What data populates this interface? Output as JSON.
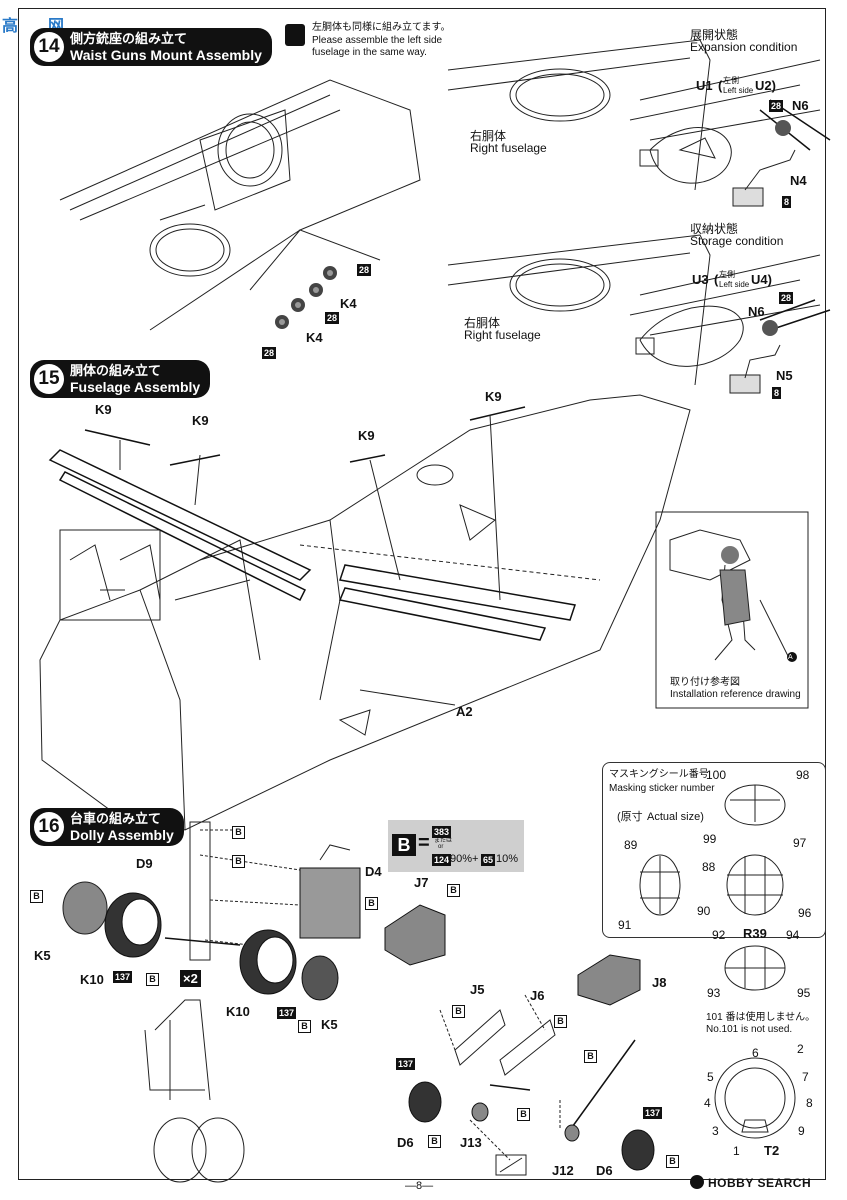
{
  "watermark_left": "高",
  "watermark_right": "网",
  "steps": {
    "s14": {
      "num": "14",
      "jp": "側方銃座の組み立て",
      "en": "Waist Guns Mount Assembly"
    },
    "s15": {
      "num": "15",
      "jp": "胴体の組み立て",
      "en": "Fuselage Assembly"
    },
    "s16": {
      "num": "16",
      "jp": "台車の組み立て",
      "en": "Dolly Assembly"
    }
  },
  "note14": {
    "jp": "左胴体も同様に組み立てます。",
    "en1": "Please assemble the left side",
    "en2": "fuselage in the same way."
  },
  "expansion": {
    "jp": "展開状態",
    "en": "Expansion condition"
  },
  "storage": {
    "jp": "収納状態",
    "en": "Storage condition"
  },
  "right_fuselage": {
    "jp": "右胴体",
    "en": "Right fuselage"
  },
  "u_top": {
    "a": "U1",
    "paren_open": "(",
    "left_jp": "左側",
    "left_en": "Left side",
    "b": "U2)"
  },
  "u_bottom": {
    "a": "U3",
    "paren_open": "(",
    "left_jp": "左側",
    "left_en": "Left side",
    "b": "U4)"
  },
  "parts": {
    "n6": "N6",
    "n4": "N4",
    "n5": "N5",
    "k4": "K4",
    "k9": "K9",
    "a2": "A2",
    "d9": "D9",
    "d4": "D4",
    "k5": "K5",
    "k10": "K10",
    "j7": "J7",
    "j8": "J8",
    "j5": "J5",
    "j6": "J6",
    "d6": "D6",
    "j13": "J13",
    "j12": "J12",
    "x2": "×2",
    "b": "B"
  },
  "paint_numbers": {
    "n28": "28",
    "n8": "8",
    "n137": "137"
  },
  "install_ref": {
    "jp": "取り付け参考図",
    "en": "Installation reference drawing",
    "marker": "A"
  },
  "paint_formula": {
    "letter": "B",
    "eq": "=",
    "c1": "383",
    "or_jp": "または",
    "or_en": "or",
    "c2": "124",
    "p1": "90%",
    "plus": "+",
    "c3": "65",
    "p2": "10%"
  },
  "masking": {
    "jp": "マスキングシール番号",
    "en": "Masking sticker number",
    "actual_jp": "(原寸",
    "actual_en": "Actual size)",
    "labels": [
      "100",
      "98",
      "99",
      "97",
      "89",
      "88",
      "90",
      "96",
      "91",
      "92",
      "R39",
      "94",
      "93",
      "95"
    ],
    "not_used_jp": "101 番は使用しません。",
    "not_used_en": "No.101 is not used.",
    "dial": [
      "6",
      "2",
      "5",
      "7",
      "4",
      "8",
      "3",
      "9",
      "1",
      "T2"
    ]
  },
  "page_number": "—8—",
  "brand": "HOBBY SEARCH"
}
